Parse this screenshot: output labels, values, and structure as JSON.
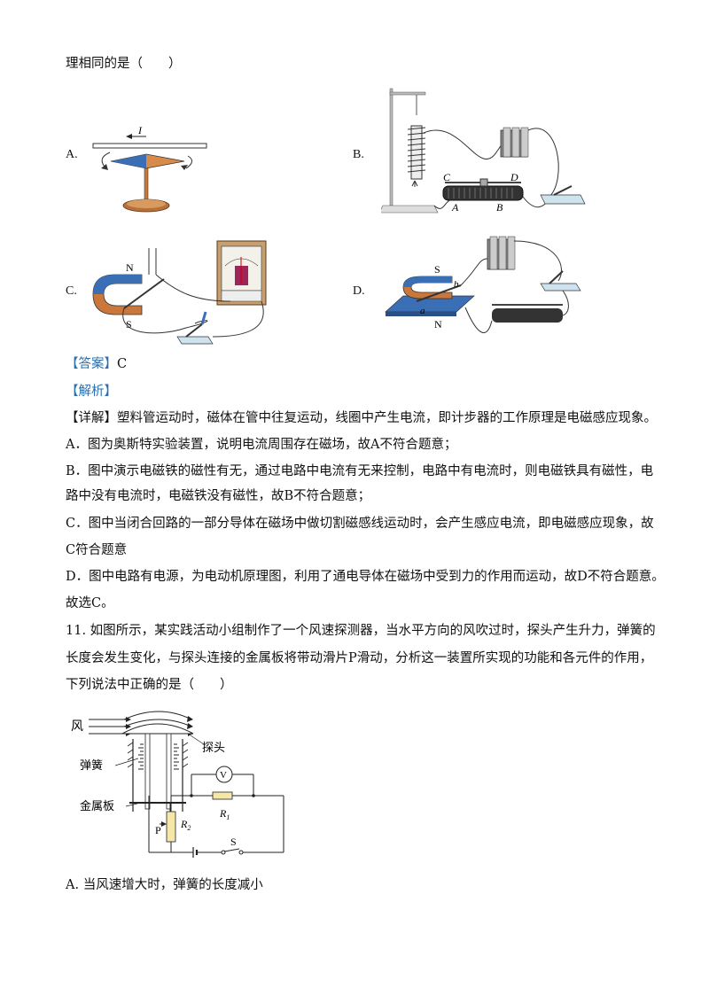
{
  "question_tail": "理相同的是（　　）",
  "options": {
    "a_label": "A.",
    "b_label": "B.",
    "c_label": "C.",
    "d_label": "D."
  },
  "figA": {
    "current": "I"
  },
  "figB": {
    "c": "C",
    "d": "D",
    "a": "A",
    "b": "B"
  },
  "figC": {
    "n": "N",
    "s": "S"
  },
  "figD": {
    "s": "S",
    "n": "N",
    "a": "a",
    "b": "b"
  },
  "answer": {
    "tag_open": "【",
    "tag": "答案",
    "tag_close": "】",
    "value": "C"
  },
  "analysis": {
    "tag_open": "【",
    "tag": "解析",
    "tag_close": "】"
  },
  "detail": [
    "【详解】塑料管运动时，磁体在管中往复运动，线圈中产生电流，即计步器的工作原理是电磁感应现象。",
    "A．图为奥斯特实验装置，说明电流周围存在磁场，故A不符合题意；",
    "B．图中演示电磁铁的磁性有无，通过电路中电流有无来控制，电路中有电流时，则电磁铁具有磁性，电",
    "路中没有电流时，电磁铁没有磁性，故B不符合题意；",
    "C．图中当闭合回路的一部分导体在磁场中做切割磁感线运动时，会产生感应电流，即电磁感应现象，故",
    "C符合题意",
    "D．图中电路有电源，为电动机原理图，利用了通电导体在磁场中受到力的作用而运动，故D不符合题意。",
    "故选C。"
  ],
  "q11": [
    "11. 如图所示，某实践活动小组制作了一个风速探测器，当水平方向的风吹过时，探头产生升力，弹簧的",
    "长度会发生变化，与探头连接的金属板将带动滑片P滑动，分析这一装置所实现的功能和各元件的作用，",
    "下列说法中正确的是（　　）"
  ],
  "fig11": {
    "wind": "风",
    "probe": "探头",
    "spring": "弹簧",
    "plate": "金属板",
    "p": "P",
    "r2": "R",
    "r2_sub": "2",
    "r1": "R",
    "r1_sub": "1",
    "v": "V",
    "s": "S"
  },
  "q11_option_a": "A. 当风速增大时，弹簧的长度减小"
}
